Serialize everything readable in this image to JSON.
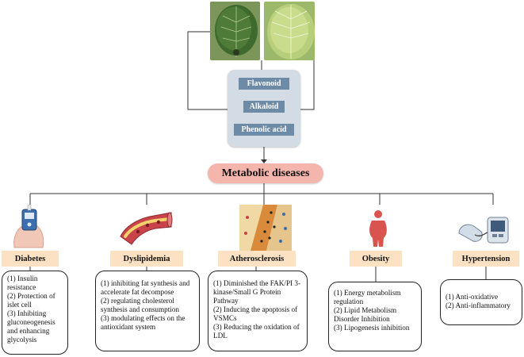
{
  "compounds": [
    "Flavonoid",
    "Alkaloid",
    "Phenolic acid"
  ],
  "center_label": "Metabolic diseases",
  "diseases": [
    {
      "name": "Diabetes",
      "icon": "glucose-meter-icon",
      "effects": [
        "(1) Insulin resistance",
        "(2) Protection of islet cell",
        "(3) Inhibiting gluconeogenesis and enhancing glycolysis"
      ]
    },
    {
      "name": "Dyslipidemia",
      "icon": "blood-vessel-icon",
      "effects": [
        "(1) inhibiting fat synthesis and accelerate fat decompose",
        "(2) regulating cholesterol synthesis and consumption",
        "(3) modulating effects on the antioxidant system"
      ]
    },
    {
      "name": "Atherosclerosis",
      "icon": "artery-plaque-icon",
      "effects": [
        "(1) Diminished the FAK/PI 3-kinase/Small G Protein Pathway",
        "(2) Inducing the apoptosis of VSMCs",
        "(3) Reducing the oxidation of LDL"
      ]
    },
    {
      "name": "Obesity",
      "icon": "obese-person-icon",
      "effects": [
        "(1) Energy metabolism regulation",
        "(2) Lipid Metabolism Disorder Inhibition",
        "(3) Lipogenesis inhibition"
      ]
    },
    {
      "name": "Hypertension",
      "icon": "blood-pressure-monitor-icon",
      "effects": [
        "(1) Anti-oxidative",
        "(2) Anti-inflammatory"
      ]
    }
  ]
}
